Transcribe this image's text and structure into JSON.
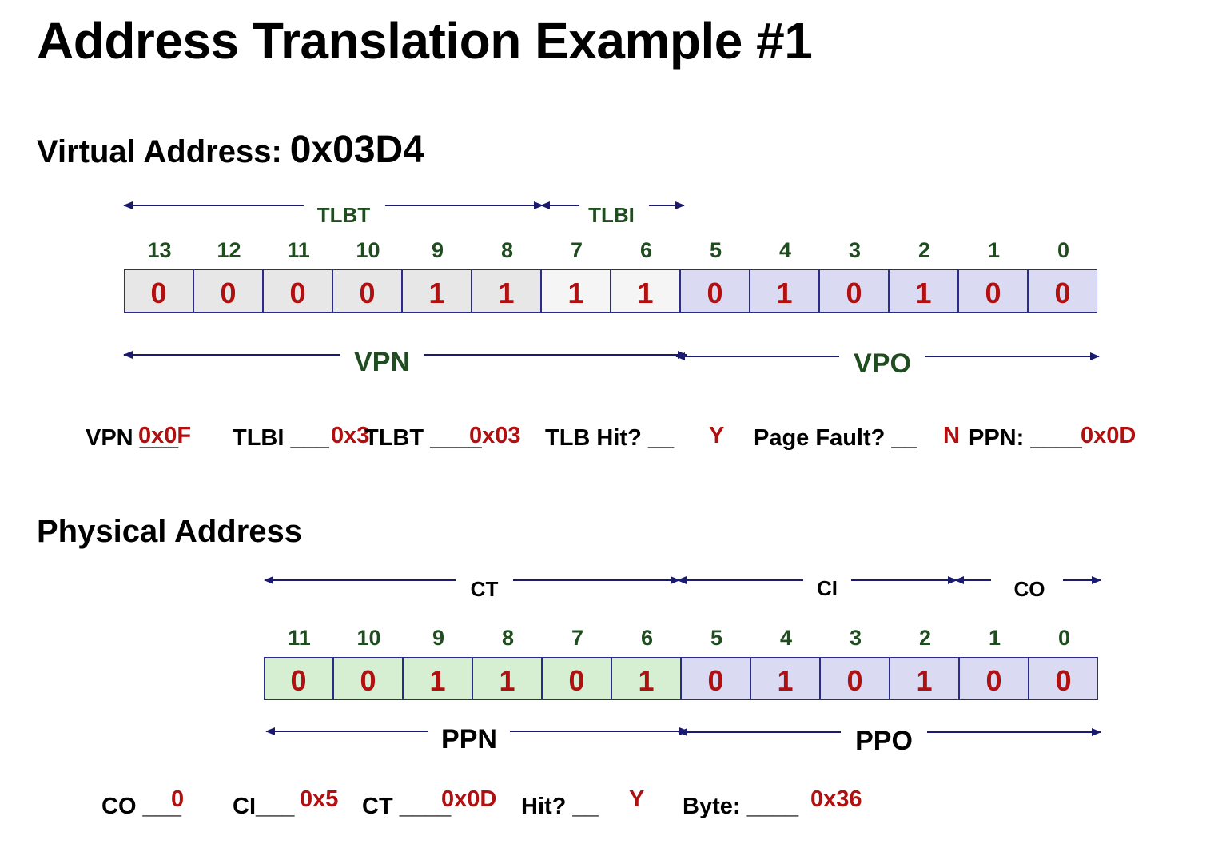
{
  "title": "Address Translation Example #1",
  "virtual": {
    "label": "Virtual Address:",
    "value": "0x03D4",
    "bit_numbers": [
      "13",
      "12",
      "11",
      "10",
      "9",
      "8",
      "7",
      "6",
      "5",
      "4",
      "3",
      "2",
      "1",
      "0"
    ],
    "bits": [
      "0",
      "0",
      "0",
      "0",
      "1",
      "1",
      "1",
      "1",
      "0",
      "1",
      "0",
      "1",
      "0",
      "0"
    ],
    "top_fields": {
      "tlbt": "TLBT",
      "tlbi": "TLBI"
    },
    "bottom_fields": {
      "vpn": "VPN",
      "vpo": "VPO"
    }
  },
  "virtual_questions": {
    "vpn_label": "VPN ___",
    "vpn_answer": "0x0F",
    "tlbi_label": "TLBI ___",
    "tlbi_answer": "0x3",
    "tlbt_label": "TLBT ____",
    "tlbt_answer": "0x03",
    "tlbhit_label": "TLB Hit? __",
    "tlbhit_answer": "Y",
    "pagefault_label": "Page Fault? __",
    "pagefault_answer": "N",
    "ppn_label": "PPN: ____",
    "ppn_answer": "0x0D"
  },
  "physical": {
    "label": "Physical Address",
    "bit_numbers": [
      "11",
      "10",
      "9",
      "8",
      "7",
      "6",
      "5",
      "4",
      "3",
      "2",
      "1",
      "0"
    ],
    "bits": [
      "0",
      "0",
      "1",
      "1",
      "0",
      "1",
      "0",
      "1",
      "0",
      "1",
      "0",
      "0"
    ],
    "top_fields": {
      "ct": "CT",
      "ci": "CI",
      "co": "CO"
    },
    "bottom_fields": {
      "ppn": "PPN",
      "ppo": "PPO"
    }
  },
  "physical_questions": {
    "co_label": "CO ___",
    "co_answer": "0",
    "ci_label": "CI___",
    "ci_answer": "0x5",
    "ct_label": "CT ____",
    "ct_answer": "0x0D",
    "hit_label": "Hit? __",
    "hit_answer": "Y",
    "byte_label": "Byte: ____",
    "byte_answer": "0x36"
  },
  "colors": {
    "bit_value": "#b01010",
    "bit_number": "#1f4d1f",
    "arrow": "#1a1a6e",
    "vpn_tag_cells": "#e7e7e7",
    "vpn_index_cells": "#f5f5f5",
    "offset_cells": "#dadaf2",
    "ppn_cells": "#d6efd3"
  }
}
